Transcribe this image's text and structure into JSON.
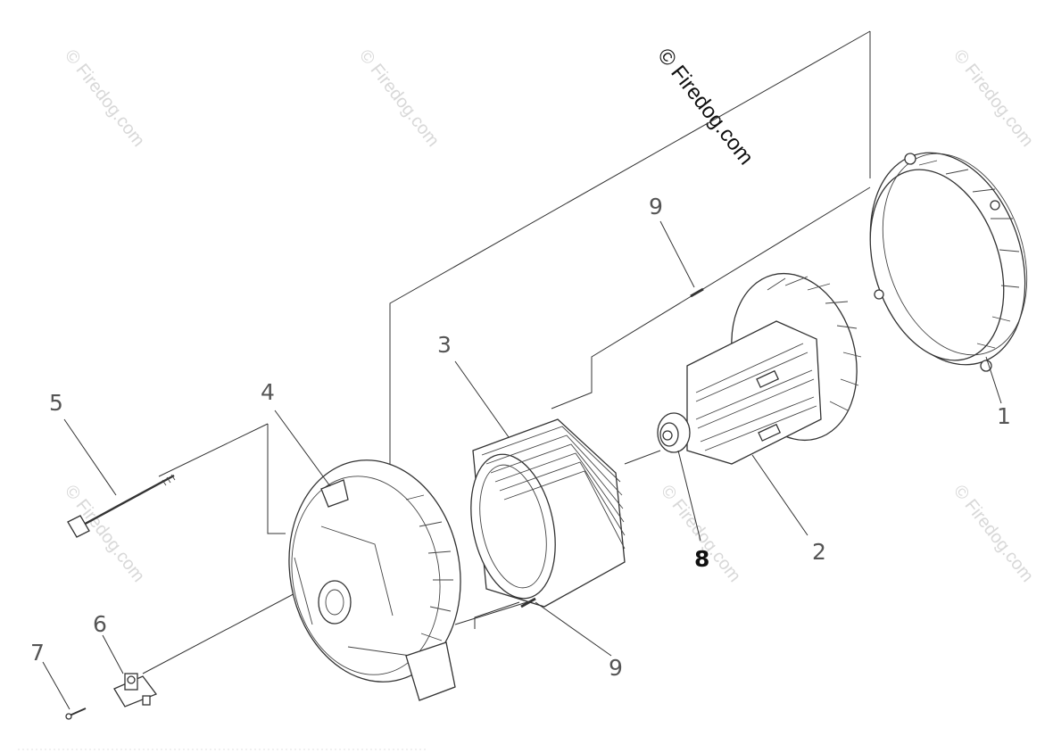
{
  "watermark": {
    "main": "© Firedog.com",
    "repeat": "© Firedog.com"
  },
  "callouts": [
    {
      "id": "1",
      "label": "1"
    },
    {
      "id": "2",
      "label": "2"
    },
    {
      "id": "3",
      "label": "3"
    },
    {
      "id": "4",
      "label": "4"
    },
    {
      "id": "5",
      "label": "5"
    },
    {
      "id": "6",
      "label": "6"
    },
    {
      "id": "7",
      "label": "7"
    },
    {
      "id": "8",
      "label": "8"
    },
    {
      "id": "9a",
      "label": "9"
    },
    {
      "id": "9b",
      "label": "9"
    }
  ]
}
